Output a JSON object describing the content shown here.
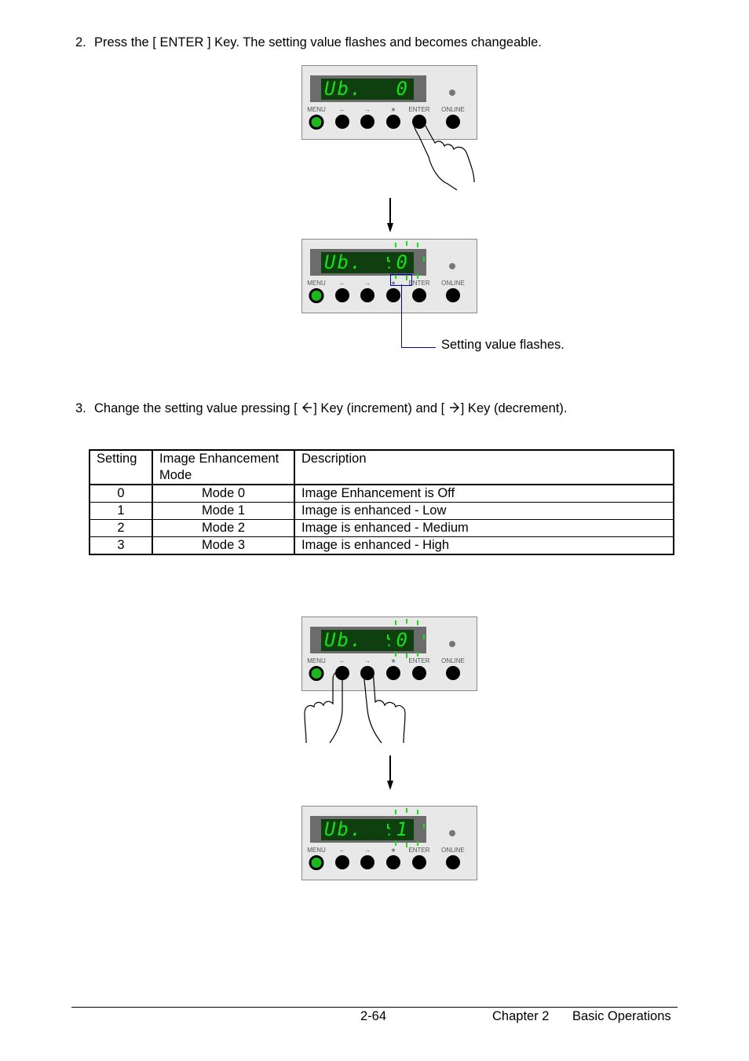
{
  "steps": {
    "step2": {
      "number": "2.",
      "text": "Press the [ ENTER ] Key. The setting value flashes and becomes changeable."
    },
    "step3": {
      "number": "3.",
      "text_before": "Change the setting value pressing [",
      "text_middle": "] Key (increment) and [",
      "text_after": "] Key (decrement)."
    }
  },
  "panel_labels": {
    "menu": "MENU",
    "left": "←",
    "right": "→",
    "star": "∗",
    "enter": "ENTER",
    "online": "ONLINE"
  },
  "panels": [
    {
      "display_left": "Ub.",
      "display_value": "0",
      "flashing": false
    },
    {
      "display_left": "Ub.",
      "display_value": "0",
      "flashing": true
    },
    {
      "display_left": "Ub.",
      "display_value": "0",
      "flashing": true
    },
    {
      "display_left": "Ub.",
      "display_value": "1",
      "flashing": true
    }
  ],
  "callout": "Setting value flashes.",
  "table": {
    "headers": [
      "Setting",
      "Image Enhancement Mode",
      "Description"
    ],
    "header_mode_line1": "Image Enhancement",
    "header_mode_line2": "Mode",
    "rows": [
      {
        "setting": "0",
        "mode": "Mode 0",
        "description": "Image Enhancement is Off"
      },
      {
        "setting": "1",
        "mode": "Mode 1",
        "description": "Image is enhanced - Low"
      },
      {
        "setting": "2",
        "mode": "Mode 2",
        "description": "Image is enhanced - Medium"
      },
      {
        "setting": "3",
        "mode": "Mode 3",
        "description": "Image is enhanced - High"
      }
    ]
  },
  "footer": {
    "page_number": "2-64",
    "chapter": "Chapter 2",
    "section": "Basic Operations"
  },
  "colors": {
    "lcd_green": "#18e018",
    "menu_led": "#1db81d",
    "callout_line": "#0000aa"
  }
}
